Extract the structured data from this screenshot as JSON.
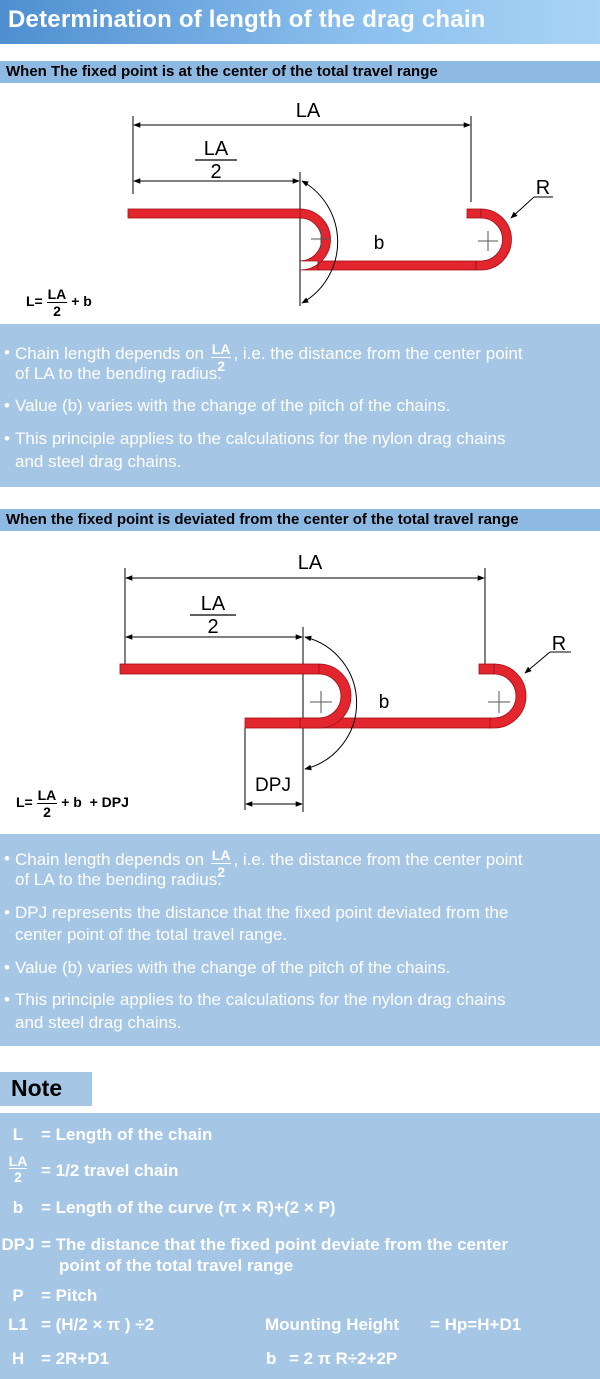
{
  "title": "Determination of length of the drag chain",
  "section1": {
    "heading": "When The fixed point is at the center of the total travel range",
    "labels": {
      "la": "LA",
      "la_num": "LA",
      "la_den": "2",
      "b": "b",
      "r": "R"
    },
    "formula": {
      "prefix": "L=",
      "num": "LA",
      "den": "2",
      "suffix": "+ b"
    },
    "bullets": [
      {
        "before": "Chain length depends on",
        "num": "LA",
        "den": "2",
        "after": ", i.e. the distance from the center point",
        "line2": "of LA to the bending radius."
      },
      {
        "text": "Value (b) varies with the change of the pitch of the chains."
      },
      {
        "line1": "This principle applies to the calculations for the nylon drag chains",
        "line2": "and steel drag chains."
      }
    ]
  },
  "section2": {
    "heading": "When the fixed point is deviated from the center of the total travel range",
    "labels": {
      "la": "LA",
      "la_num": "LA",
      "la_den": "2",
      "b": "b",
      "r": "R",
      "dpj": "DPJ"
    },
    "formula": {
      "prefix": "L=",
      "num": "LA",
      "den": "2",
      "suffix": "+ b  + DPJ"
    },
    "bullets": [
      {
        "before": "Chain length depends on",
        "num": "LA",
        "den": "2",
        "after": ", i.e. the distance from the center point",
        "line2": "of LA to the bending radius."
      },
      {
        "line1": "DPJ represents the distance that the fixed point deviated from the",
        "line2": "center point of the total travel range."
      },
      {
        "text": "Value (b) varies with the change of the pitch of the chains."
      },
      {
        "line1": "This principle applies to the calculations for the nylon drag chains",
        "line2": "and steel drag chains."
      }
    ]
  },
  "bullet_glyph": "•",
  "note": {
    "heading": "Note",
    "rows": [
      {
        "sym": "L",
        "def": "= Length of the chain"
      },
      {
        "sym_num": "LA",
        "sym_den": "2",
        "def": "= 1/2 travel chain"
      },
      {
        "sym": "b",
        "def": "= Length of the curve (π × R)+(2 × P)"
      },
      {
        "sym": "DPJ",
        "def": "= The distance that the fixed point deviate from the center",
        "def2": "point of the total travel range"
      },
      {
        "sym": "P",
        "def": "= Pitch"
      },
      {
        "sym": "L1",
        "def": "= (H/2 × π ) ÷2",
        "right_label": "Mounting Height",
        "right_def": "= Hp=H+D1"
      },
      {
        "sym": "H",
        "def": "= 2R+D1",
        "right_label": "b",
        "right_def": "= 2 π R÷2+2P"
      }
    ]
  },
  "colors": {
    "chain": "#e3252d",
    "chain_edge": "#a01018",
    "banner": "#6aa6df",
    "section_bar": "#8db9e2",
    "panel": "#a6c6e5"
  }
}
